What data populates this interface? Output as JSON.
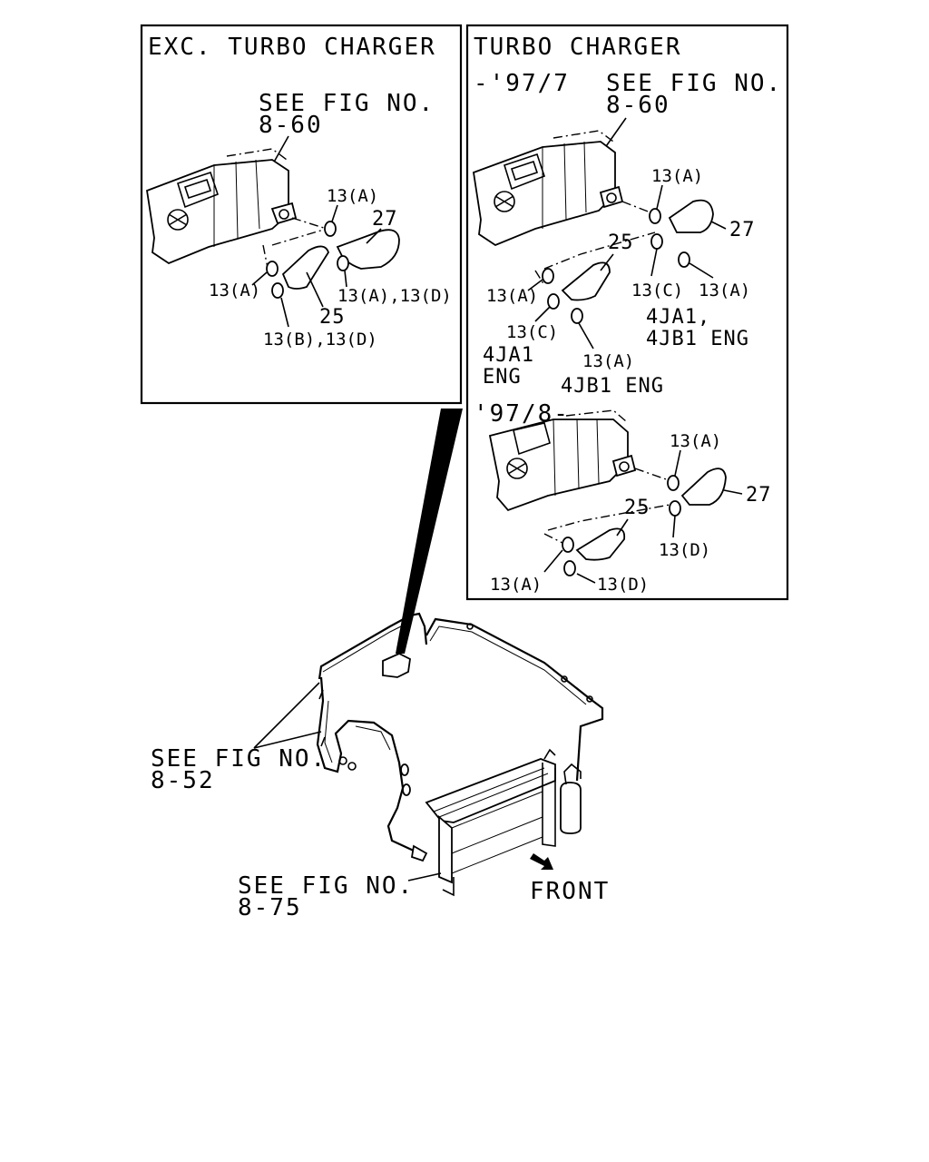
{
  "panel_left": {
    "title": "EXC. TURBO CHARGER",
    "see_fig": "SEE FIG NO.",
    "see_fig_no": "8-60",
    "labels": {
      "c13a_top": "13(A)",
      "p27": "27",
      "c13a_left": "13(A)",
      "c13ad": "13(A),13(D)",
      "p25": "25",
      "c13bd": "13(B),13(D)"
    }
  },
  "panel_right": {
    "title": "TURBO CHARGER",
    "period1": "-'97/7",
    "see_fig": "SEE FIG NO.",
    "see_fig_no": "8-60",
    "labels": {
      "c13a_top": "13(A)",
      "p27": "27",
      "p25": "25",
      "c13a_left": "13(A)",
      "c13c_right": "13(C)",
      "c13a_right": "13(A)",
      "c13c_left": "13(C)",
      "c13a_bottom": "13(A)",
      "eng_right_1": "4JA1,",
      "eng_right_2": "4JB1 ENG",
      "eng_left_1": "4JA1",
      "eng_left_2": "ENG",
      "eng_bottom": "4JB1 ENG"
    },
    "period2": "'97/8-",
    "labels2": {
      "c13a_top": "13(A)",
      "p27": "27",
      "p25": "25",
      "c13d_right": "13(D)",
      "c13a_left": "13(A)",
      "c13d_left": "13(D)"
    }
  },
  "main": {
    "see_fig_852": "SEE FIG NO.",
    "see_fig_852_no": "8-52",
    "see_fig_875": "SEE FIG NO.",
    "see_fig_875_no": "8-75",
    "front": "FRONT"
  }
}
